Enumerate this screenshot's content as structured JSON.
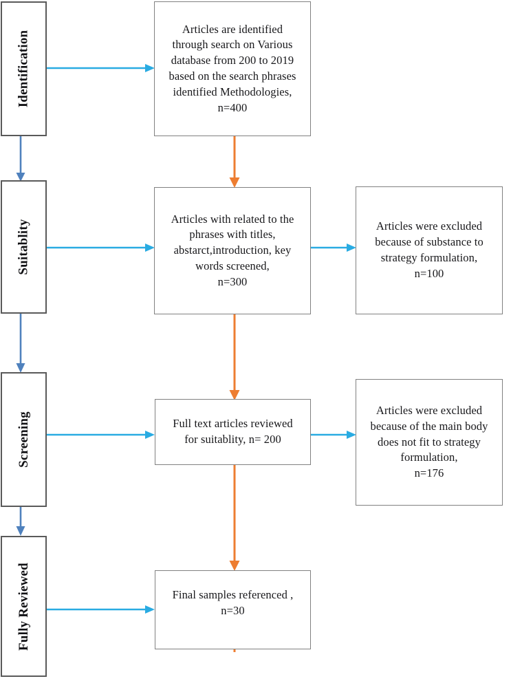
{
  "diagram": {
    "title": "PRISMA article selection flow diagram",
    "colors": {
      "box_border": "#808080",
      "stage_border": "#595959",
      "arrow_cyan": "#29abe2",
      "arrow_steel_blue": "#4f81bd",
      "arrow_orange": "#ed7d31",
      "text": "#17171a",
      "background": "#ffffff"
    },
    "stages": [
      {
        "id": "identification",
        "label": "Identification"
      },
      {
        "id": "suitability",
        "label": "Suitablity"
      },
      {
        "id": "screening",
        "label": "Screening"
      },
      {
        "id": "fully_reviewed",
        "label": "Fully Reviewed"
      }
    ],
    "main_boxes": [
      {
        "id": "identified",
        "text": "Articles are identified\nthrough search on Various\ndatabase from 200 to 2019\nbased on the search phrases\nidentified Methodologies,\nn=400",
        "n": 400
      },
      {
        "id": "screened",
        "text": "Articles with related to the\nphrases with titles,\nabstarct,introduction, key\nwords  screened,\nn=300",
        "n": 300
      },
      {
        "id": "full_text",
        "text": "Full text articles reviewed\nfor suitablity,  n= 200",
        "n": 200
      },
      {
        "id": "final",
        "text": "Final samples referenced ,\nn=30",
        "n": 30
      }
    ],
    "excluded_boxes": [
      {
        "id": "excluded_substance",
        "text": "Articles were excluded\nbecause of substance to\nstrategy formulation,\nn=100",
        "n": 100
      },
      {
        "id": "excluded_main_body",
        "text": "Articles were excluded\nbecause of the main body\ndoes not fit to strategy\nformulation,\nn=176",
        "n": 176
      }
    ],
    "connectors": [
      {
        "id": "stage1-to-box1",
        "icon": "arrow-right-icon",
        "color": "cyan"
      },
      {
        "id": "stage2-to-box2",
        "icon": "arrow-right-icon",
        "color": "cyan"
      },
      {
        "id": "stage3-to-box3",
        "icon": "arrow-right-icon",
        "color": "cyan"
      },
      {
        "id": "stage4-to-box4",
        "icon": "arrow-right-icon",
        "color": "cyan"
      },
      {
        "id": "box2-to-excluded1",
        "icon": "arrow-right-icon",
        "color": "cyan"
      },
      {
        "id": "box3-to-excluded2",
        "icon": "arrow-right-icon",
        "color": "cyan"
      },
      {
        "id": "stage1-to-stage2",
        "icon": "arrow-down-icon",
        "color": "steel-blue"
      },
      {
        "id": "stage2-to-stage3",
        "icon": "arrow-down-icon",
        "color": "steel-blue"
      },
      {
        "id": "stage3-to-stage4",
        "icon": "arrow-down-icon",
        "color": "steel-blue"
      },
      {
        "id": "box1-to-box2",
        "icon": "arrow-down-icon",
        "color": "orange"
      },
      {
        "id": "box2-to-box3",
        "icon": "arrow-down-icon",
        "color": "orange"
      },
      {
        "id": "box3-to-box4",
        "icon": "arrow-down-icon",
        "color": "orange"
      },
      {
        "id": "box4-bottom-inflow",
        "icon": "arrow-up-icon",
        "color": "orange"
      }
    ]
  }
}
